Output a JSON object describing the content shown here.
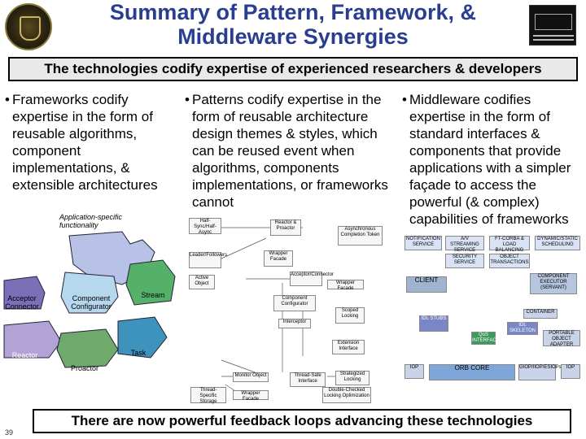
{
  "title": "Summary of Pattern, Framework, & Middleware Synergies",
  "subtitle": "The technologies codify expertise of experienced researchers & developers",
  "bullets": [
    "Frameworks codify expertise in the form of reusable algorithms, component implementations, & extensible architectures",
    "Patterns codify expertise in the form of reusable architecture design themes & styles, which can be reused event when algorithms, components implementations, or frameworks cannot",
    "Middleware codifies expertise in the form of standard interfaces & components that provide applications with a simpler façade to access the powerful (& complex) capabilities of frameworks"
  ],
  "puzzle": {
    "app_label": "Application-specific functionality",
    "pieces": [
      "Acceptor Connector",
      "Component Configurator",
      "Stream",
      "Reactor",
      "Proactor",
      "Task"
    ]
  },
  "pattern_boxes": [
    "Half-Sync/Half-Async",
    "Reactor & Proactor",
    "Asynchronous Completion Token",
    "Leader/Followers",
    "Wrapper Facade",
    "Active Object",
    "Acceptor/Connector",
    "Wrapper Facade",
    "Component Configurator",
    "Scoped Locking",
    "Interceptor",
    "Extension Interface",
    "Monitor Object",
    "Thread-Safe Interface",
    "Strategized Locking",
    "Wrapper Facade",
    "Thread-Specific Storage",
    "Double-Checked Locking Optimization"
  ],
  "orb_boxes": [
    "NOTIFICATION SERVICE",
    "A/V STREAMING SERVICE",
    "FT-CORBA & LOAD BALANCING",
    "DYNAMIC/STATIC SCHEDULING",
    "SECURITY SERVICE",
    "OBJECT TRANSACTIONS",
    "CLIENT",
    "COMPONENT EXECUTOR (SERVANT)",
    "IDL STUBS",
    "IDL SKELETON",
    "CONTAINER",
    "QoS INTERFACE",
    "PORTABLE OBJECT ADAPTER",
    "IOP",
    "ORB CORE",
    "GIOP/IIOP/ESIOPs",
    "IOP"
  ],
  "footer": "There are now powerful feedback loops advancing these technologies",
  "page_number": "39"
}
